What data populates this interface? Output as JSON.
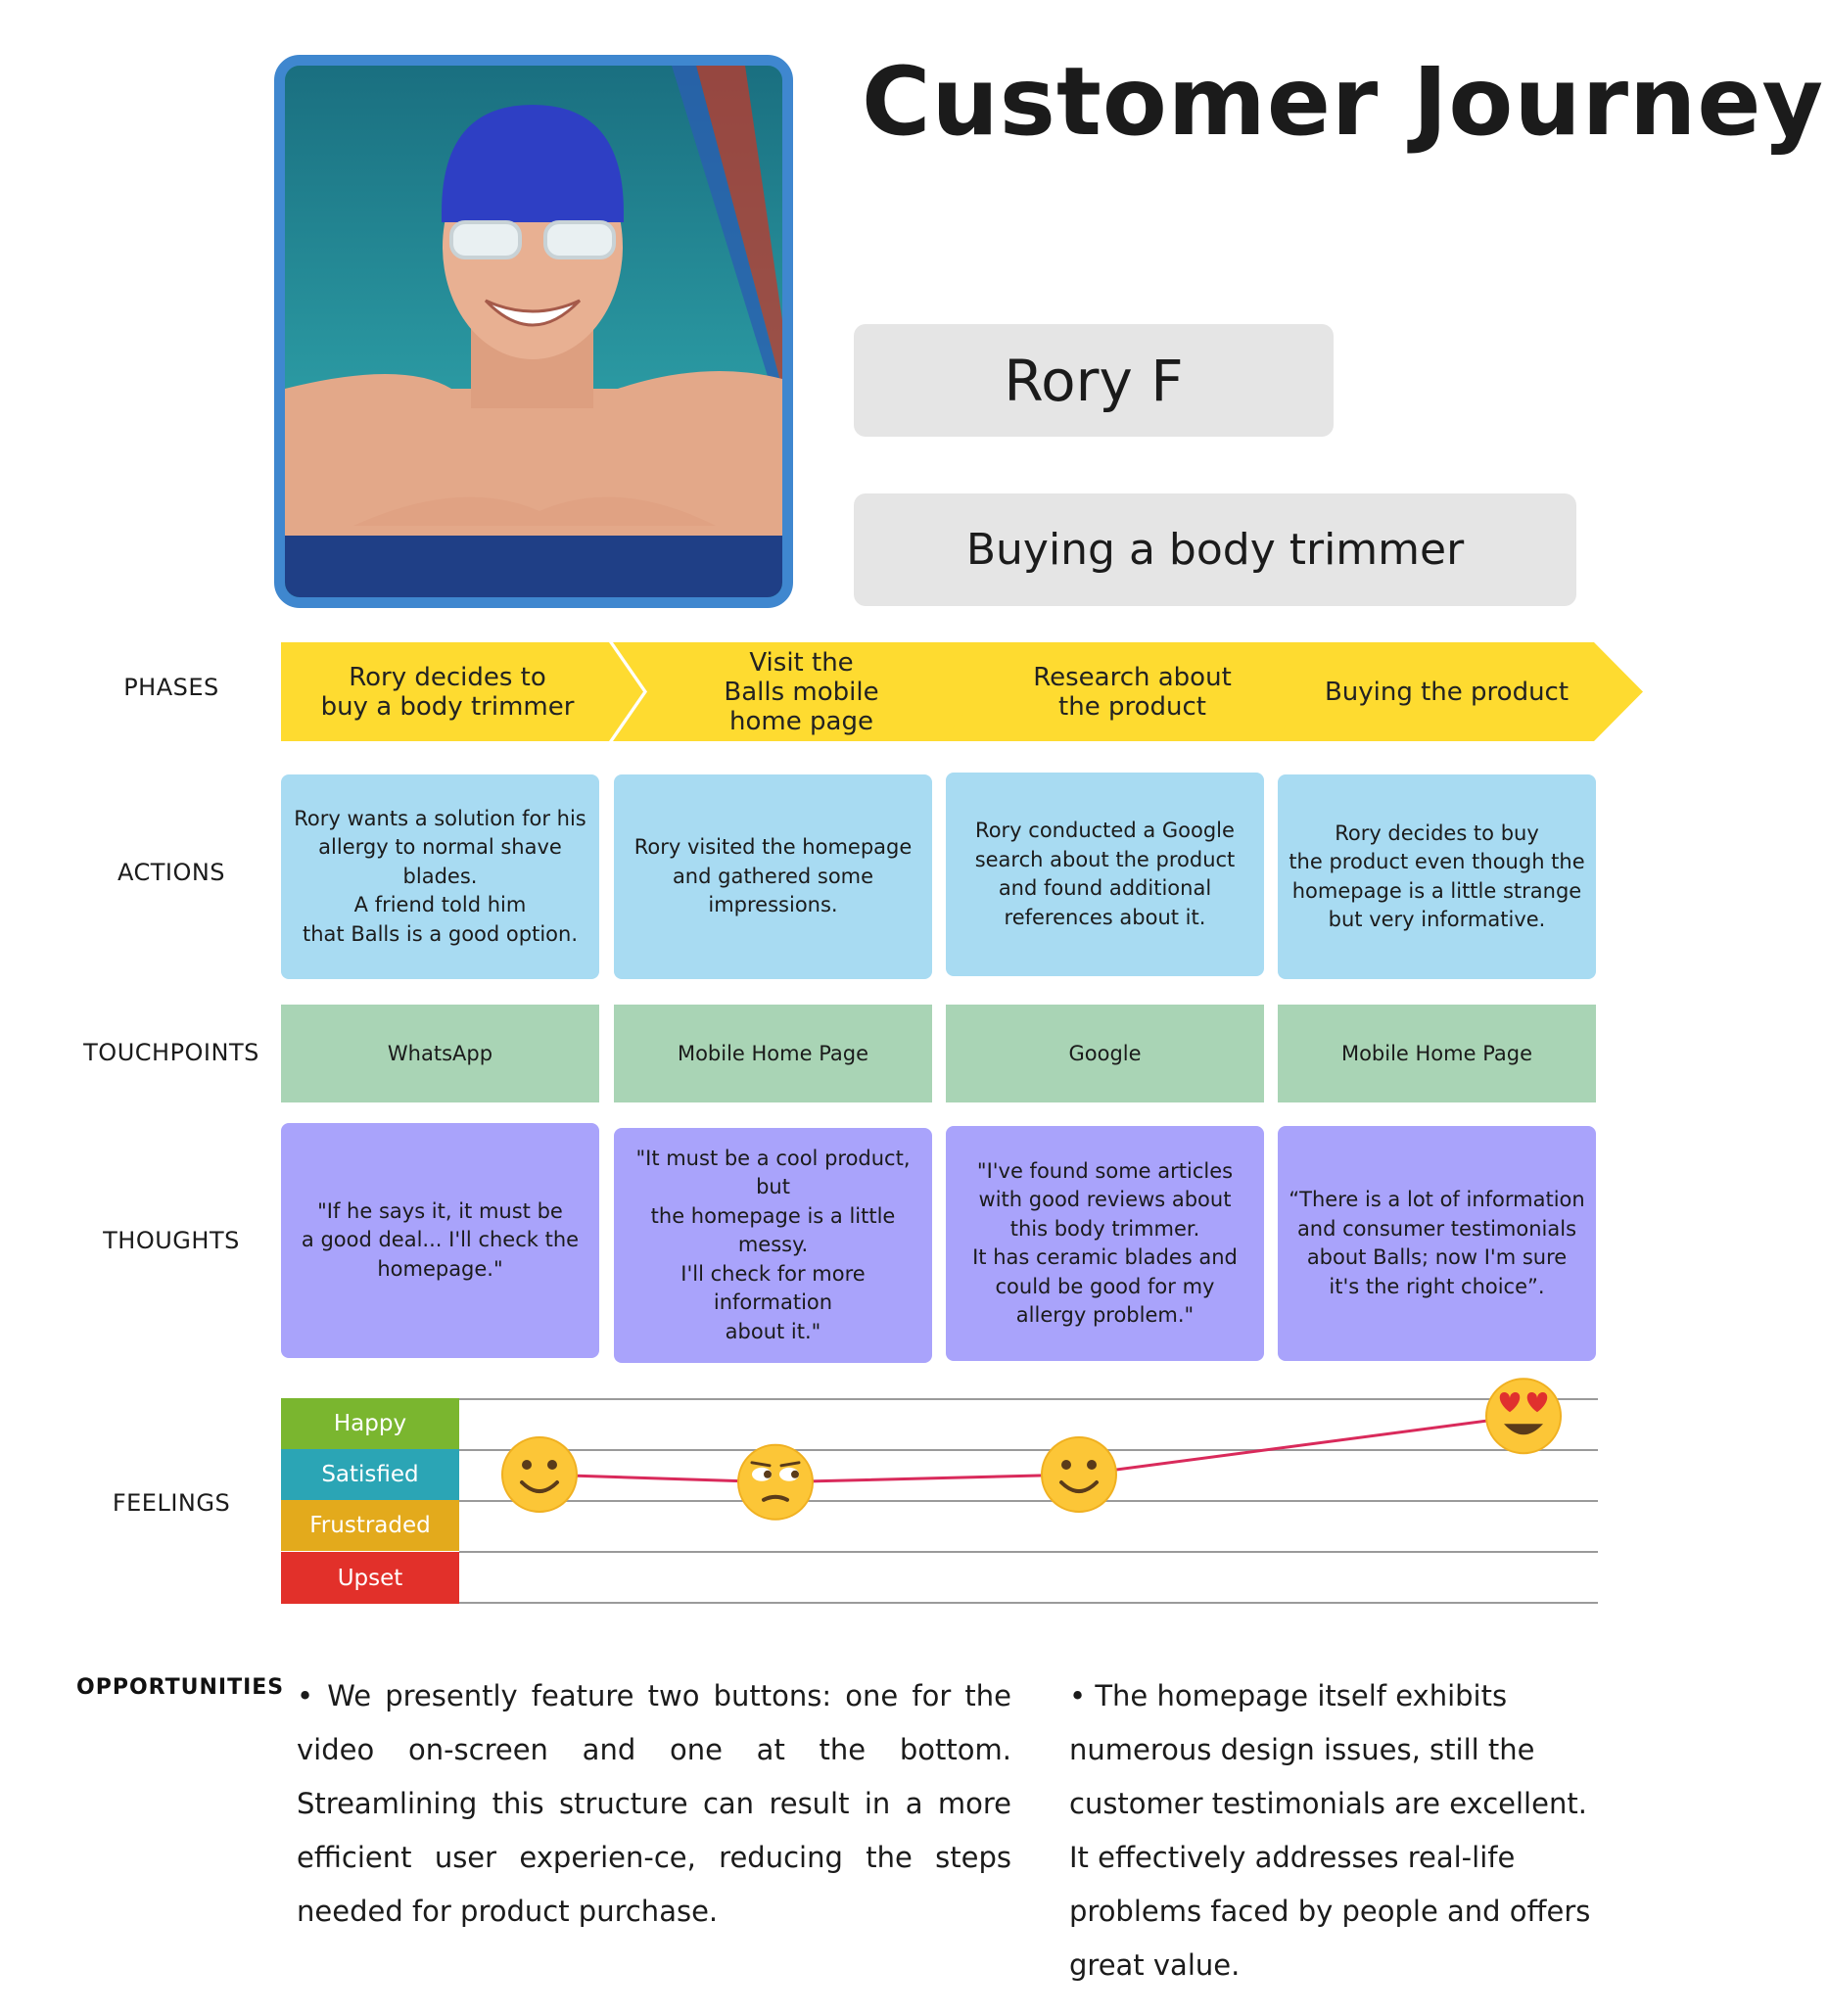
{
  "title": "Customer Journey",
  "persona": {
    "name": "Rory F",
    "scenario": "Buying a body trimmer",
    "photo": "smiling-swimmer-in-pool-photo"
  },
  "row_labels": {
    "phases": "PHASES",
    "actions": "ACTIONS",
    "touchpoints": "TOUCHPOINTS",
    "thoughts": "THOUGHTS",
    "feelings": "FEELINGS",
    "opportunities": "OPPORTUNITIES"
  },
  "phases": [
    "Rory decides to\nbuy a body trimmer",
    "Visit the\nBalls mobile\nhome page",
    "Research about\nthe product",
    "Buying the product"
  ],
  "actions": [
    "Rory wants a solution for his\nallergy to normal shave blades.\nA friend told him\nthat Balls is a good option.",
    "Rory visited the homepage\nand gathered some\nimpressions.",
    "Rory conducted a Google\nsearch about the product\nand found additional\nreferences about it.",
    "Rory decides to buy\nthe product even though the\nhomepage is a little strange\nbut very informative."
  ],
  "touchpoints": [
    "WhatsApp",
    "Mobile Home Page",
    "Google",
    "Mobile Home Page"
  ],
  "thoughts": [
    "\"If he says it, it must be\na good deal... I'll check the\nhomepage.\"",
    "\"It must be a cool product, but\nthe homepage is a little messy.\nI'll check for more information\nabout it.\"",
    "\"I've found some articles\nwith good reviews about\nthis body trimmer.\nIt has ceramic blades and\ncould be good for my\nallergy problem.\"",
    "“There is a lot of information\nand consumer testimonials\nabout Balls; now I'm sure\nit's the right choice”."
  ],
  "feelings": {
    "levels": [
      {
        "label": "Happy",
        "color": "#7ab62f"
      },
      {
        "label": "Satisfied",
        "color": "#2ba5b5"
      },
      {
        "label": "Frustraded",
        "color": "#e3aa1c"
      },
      {
        "label": "Upset",
        "color": "#e2302a"
      }
    ],
    "line_color": "#d92a5b",
    "points": [
      {
        "level": 2.0,
        "emoji": "smiling-face-icon"
      },
      {
        "level": 1.85,
        "emoji": "unamused-face-icon"
      },
      {
        "level": 2.0,
        "emoji": "smiling-face-icon"
      },
      {
        "level": 3.15,
        "emoji": "heart-eyes-face-icon"
      }
    ]
  },
  "opportunities": {
    "left": "• We presently feature two buttons: one for the video on-screen and one at the bottom. Streamlining this structure can result in a more efficient user experien-ce, reducing the steps needed for product purchase.",
    "right": "• The homepage itself exhibits\nnumerous design issues, still the\ncustomer testimonials are excellent.\nIt effectively addresses real-life\nproblems faced by people and offers\ngreat value."
  },
  "colors": {
    "phase": "#fedb30",
    "action": "#a8dbf2",
    "touchpoint": "#a9d4b5",
    "thought": "#a9a3fb",
    "photo_border": "#3f87cf"
  }
}
